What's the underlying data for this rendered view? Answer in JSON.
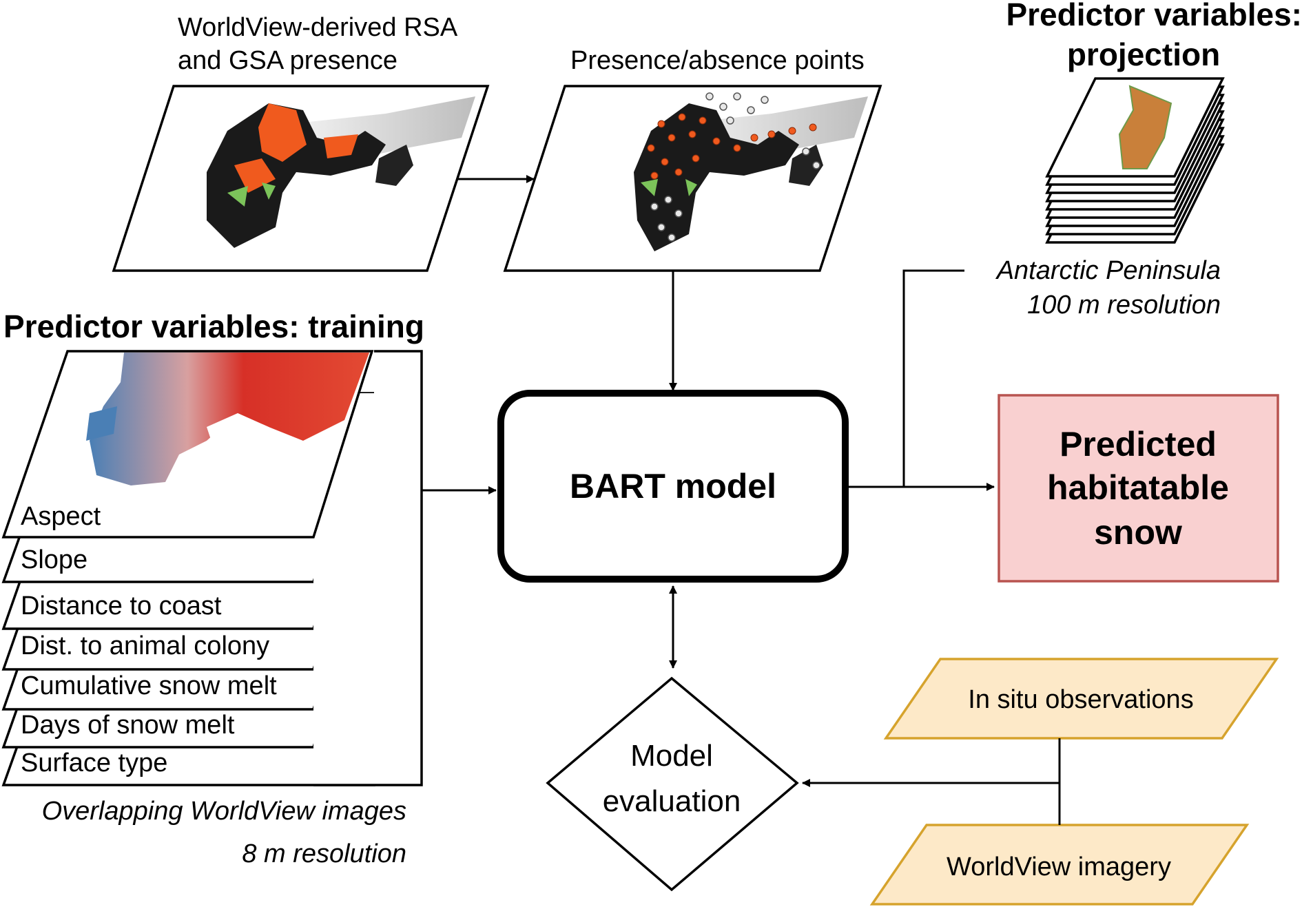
{
  "presence_title": [
    "WorldView-derived RSA",
    "and GSA presence"
  ],
  "points_title": "Presence/absence points",
  "projection": {
    "title": [
      "Predictor variables:",
      "projection"
    ],
    "caption": [
      "Antarctic Peninsula",
      "100 m resolution"
    ]
  },
  "training": {
    "title": "Predictor variables: training",
    "layers": [
      "Aspect",
      "Slope",
      "Distance to coast",
      "Dist. to animal colony",
      "Cumulative snow melt",
      "Days of snow melt",
      "Surface type"
    ],
    "caption": [
      "Overlapping WorldView images",
      "8 m resolution"
    ]
  },
  "model_label": "BART model",
  "prediction_label": [
    "Predicted",
    "habitatable",
    "snow"
  ],
  "evaluation_label": [
    "Model",
    "evaluation"
  ],
  "observations": {
    "in_situ": "In situ observations",
    "imagery": "WorldView imagery"
  },
  "colors": {
    "presence_orange": "#f05a1e",
    "vegetation_green": "#7cc35a",
    "prediction_fill": "#f9d0d0",
    "prediction_border": "#b85450",
    "obs_fill": "#fde9c8",
    "obs_border": "#d6a32d",
    "aspect_red": "#d73027",
    "aspect_blue": "#4a7fb5"
  }
}
